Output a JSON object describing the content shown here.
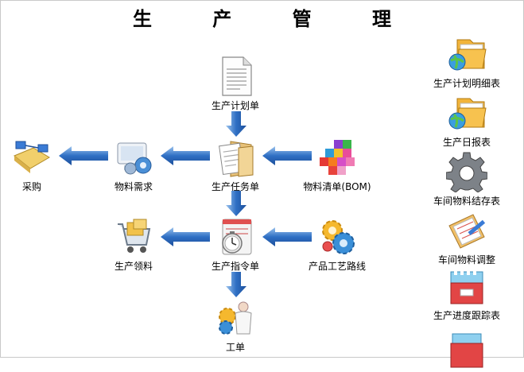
{
  "title": "生 产 管 理",
  "nodes": {
    "plan": "生产计划单",
    "task": "生产任务单",
    "bom": "物料清单(BOM)",
    "demand": "物料需求",
    "purchase": "采购",
    "order": "生产指令单",
    "process": "产品工艺路线",
    "picking": "生产领料",
    "work": "工单"
  },
  "sidebar": [
    {
      "label": "生产计划明细表",
      "icon": "folder-globe-icon"
    },
    {
      "label": "生产日报表",
      "icon": "folder-globe-icon"
    },
    {
      "label": "车间物料结存表",
      "icon": "gear-icon"
    },
    {
      "label": "车间物料调整",
      "icon": "clipboard-pencil-icon"
    },
    {
      "label": "生产进度跟踪表",
      "icon": "file-box-icon"
    },
    {
      "label": "",
      "icon": "file-box-icon"
    }
  ],
  "colors": {
    "arrow": "#2f6fc4",
    "arrow_light": "#8bb8ea"
  }
}
